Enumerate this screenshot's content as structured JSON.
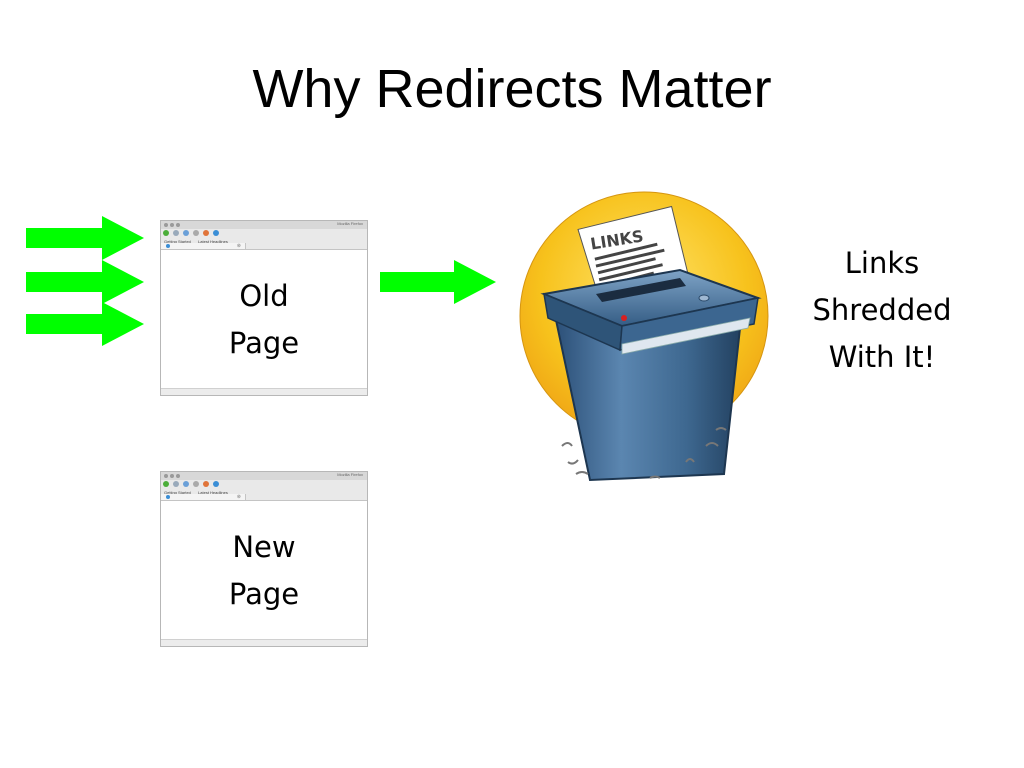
{
  "slide": {
    "title": "Why Redirects Matter"
  },
  "old_page": {
    "line1": "Old",
    "line2": "Page",
    "browser_app_name": "Mozilla Firefox",
    "tab1": "Getting Started",
    "tab2": "Latest Headlines"
  },
  "new_page": {
    "line1": "New",
    "line2": "Page",
    "browser_app_name": "Mozilla Firefox",
    "tab1": "Getting Started",
    "tab2": "Latest Headlines"
  },
  "shredder": {
    "paper_label": "LINKS"
  },
  "caption": {
    "line1": "Links",
    "line2": "Shredded",
    "line3": "With It!"
  },
  "colors": {
    "arrow": "#00ff00",
    "sun": "#f6c21c",
    "shredder_body": "#3f6b94"
  }
}
